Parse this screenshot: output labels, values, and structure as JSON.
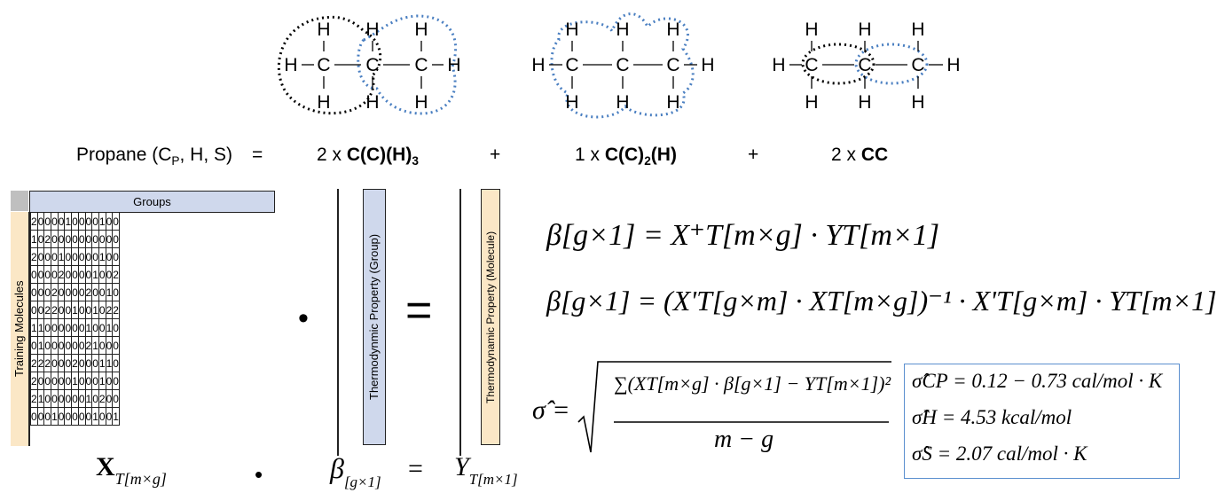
{
  "molecules": {
    "atom_C": "C",
    "atom_H": "H",
    "bond_h": "—",
    "bond_v": "|"
  },
  "decomposition": {
    "lhs": "Propane (C",
    "lhs_sub": "P",
    "lhs_tail": ", H, S)",
    "equals": "=",
    "term1_coef": "2 x ",
    "term1_group": "C(C)(H)",
    "term1_sub": "3",
    "plus1": "+",
    "term2_coef": "1 x ",
    "term2_group_a": "C(C)",
    "term2_sub": "2",
    "term2_group_b": "(H)",
    "plus2": "+",
    "term3_coef": "2 x ",
    "term3_group": "CC"
  },
  "matrix": {
    "header": "Groups",
    "side_label": "Training Molecules",
    "rows": [
      [
        "2",
        "0",
        "0",
        "0",
        "0",
        "1",
        "0",
        "0",
        "0",
        "0",
        "1",
        "0",
        "0"
      ],
      [
        "1",
        "0",
        "2",
        "0",
        "0",
        "0",
        "0",
        "0",
        "0",
        "0",
        "0",
        "0",
        "0"
      ],
      [
        "2",
        "0",
        "0",
        "0",
        "1",
        "0",
        "0",
        "0",
        "0",
        "0",
        "1",
        "0",
        "0"
      ],
      [
        "0",
        "0",
        "0",
        "0",
        "2",
        "0",
        "0",
        "0",
        "0",
        "1",
        "0",
        "0",
        "2"
      ],
      [
        "0",
        "0",
        "0",
        "2",
        "0",
        "0",
        "0",
        "0",
        "2",
        "0",
        "0",
        "1",
        "0"
      ],
      [
        "0",
        "0",
        "2",
        "2",
        "0",
        "0",
        "1",
        "0",
        "0",
        "1",
        "0",
        "2",
        "2"
      ],
      [
        "1",
        "1",
        "0",
        "0",
        "0",
        "0",
        "0",
        "0",
        "1",
        "0",
        "0",
        "1",
        "0"
      ],
      [
        "0",
        "1",
        "0",
        "0",
        "0",
        "0",
        "0",
        "0",
        "2",
        "1",
        "0",
        "0",
        "0"
      ],
      [
        "2",
        "2",
        "2",
        "0",
        "0",
        "0",
        "2",
        "0",
        "0",
        "0",
        "1",
        "1",
        "0"
      ],
      [
        "2",
        "0",
        "0",
        "0",
        "0",
        "0",
        "1",
        "0",
        "0",
        "0",
        "1",
        "0",
        "0"
      ],
      [
        "2",
        "1",
        "0",
        "0",
        "0",
        "0",
        "0",
        "0",
        "1",
        "0",
        "2",
        "0",
        "0"
      ],
      [
        "0",
        "0",
        "0",
        "1",
        "0",
        "0",
        "0",
        "0",
        "0",
        "1",
        "0",
        "0",
        "1"
      ]
    ]
  },
  "vectors": {
    "group_label": "Thermodynmic Property (Group)",
    "molecule_label": "Thermodynamic Property (Molecule)",
    "dot": "•",
    "equals": "="
  },
  "bottom_labels": {
    "X": "X",
    "X_sub": "T[m×g]",
    "dot": "•",
    "beta": "β",
    "beta_sub": "[g×1]",
    "equals": "=",
    "Y": "Y",
    "Y_sub": "T[m×1]"
  },
  "equations": {
    "eq1": "β[g×1] = X⁺T[m×g] · YT[m×1]",
    "eq2": "β[g×1] = (X'T[g×m] · XT[m×g])⁻¹ · X'T[g×m] · YT[m×1]",
    "sigma_numer": "∑(XT[m×g] · β[g×1] − YT[m×1])²",
    "sigma_denom": "m − g"
  },
  "results": {
    "cp": "σ̂CP = 0.12 − 0.73 cal/mol · K",
    "h": "σ̂H = 4.53 kcal/mol",
    "s": "σ̂S = 2.07 cal/mol · K",
    "box_color": "#5b8fcf"
  },
  "colors": {
    "blue_dotted": "#4a7fc1",
    "black_dotted": "#000000",
    "header_fill": "#cfd8ec",
    "side_fill": "#fbe7c6",
    "corner_fill": "#bfbfbf"
  }
}
